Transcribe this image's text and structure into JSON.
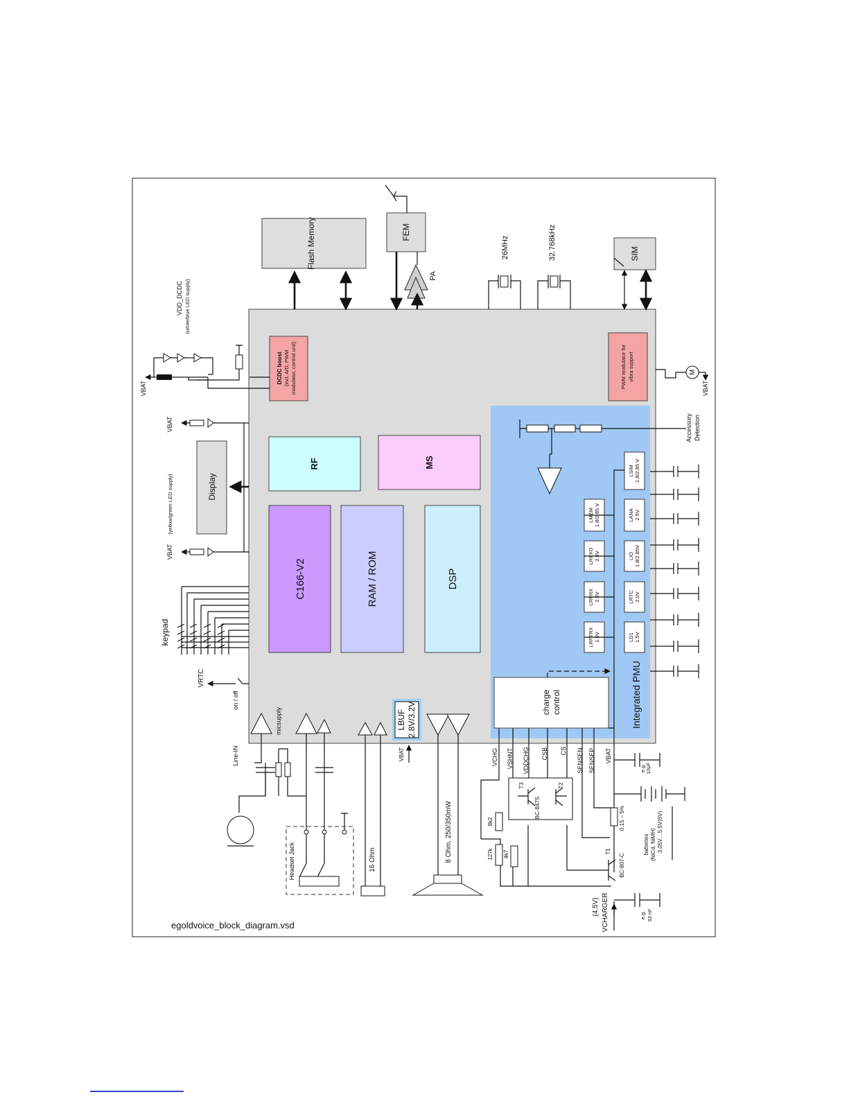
{
  "file_name": "egoldvoice_block_diagram.vsd",
  "colors": {
    "chip": "#dcdcdc",
    "pmu": "#a0c8f5",
    "rf": "#ccffff",
    "ms": "#fbcdfb",
    "c166": "#cc99ff",
    "ram": "#ccccff",
    "dsp": "#cdeefb",
    "pink": "#f4a4a4",
    "gray": "#dedede",
    "lbuf": "#9fd0f5"
  },
  "blocks": {
    "flash": "Flash Memory",
    "fem": "FEM",
    "pa": "PA",
    "sim": "SIM",
    "xtal_26": "26MHz",
    "xtal_32": "32.768kHz",
    "rf": "RF",
    "ms": "MS",
    "c166": "C166-V2",
    "ram_rom": "RAM / ROM",
    "dsp": "DSP",
    "display": "Display",
    "dcdc_title": "DCDC boost",
    "dcdc_sub1": "(incl. A/D, PWM",
    "dcdc_sub2": "modulator, control unit)",
    "pwm_1": "PWM modulator for",
    "pwm_2": "vibra support",
    "charge_1": "charge",
    "charge_2": "control",
    "pmu": "Integrated PMU",
    "lbuf_1": "LBUF",
    "lbuf_2": "2.8V/3.2V",
    "motor": "M",
    "bc847": "BC-847S",
    "t3": "T3",
    "t2": "T2",
    "t1": "T1",
    "bc807": "BC-807-C"
  },
  "regulators": [
    {
      "name": "LRFTRX",
      "voltage": "1.5V"
    },
    {
      "name": "LRFRX",
      "voltage": "2.5V"
    },
    {
      "name": "LRFXO",
      "voltage": "2.5V"
    },
    {
      "name": "LMEM",
      "voltage": "1.8/2.85 V"
    },
    {
      "name": "LD1",
      "voltage": "1.5V"
    },
    {
      "name": "LRTC",
      "voltage": "2.0V"
    },
    {
      "name": "LIO",
      "voltage": "1.8/2.85V"
    },
    {
      "name": "LANA",
      "voltage": "2.5V"
    },
    {
      "name": "LSIM",
      "voltage": "1.8/2.85 V"
    }
  ],
  "labels": {
    "vdd_dcdc": "VDD_DCDC",
    "vdd_dcdc_note": "(white/blue LED supply)",
    "vbat": "VBAT",
    "yellow_note": "(yellow/green LED supply)",
    "keypad": "keypad",
    "vrtc": "VRTC",
    "on_off": "on / off",
    "line_in": "Line-IN",
    "micsupply": "micsupply",
    "ohm16": "16 Ohm",
    "speaker": "8 Ohm, 250/350mW",
    "headset_jack": "Headset Jack",
    "accessory_1": "Accessory",
    "accessory_2": "Detection",
    "vchg": "VCHG",
    "vshnt": "VSHNT",
    "vddchg": "VDDCHG",
    "csb": "CSB",
    "cs": "CS",
    "sensen": "SENSEN",
    "sensep": "SENSEP",
    "vbat_pin": "VBAT",
    "cap10_1": "e.g.",
    "cap10_2": "10µF",
    "cap33_1": "e.g.",
    "cap33_2": "33 nF",
    "res_8k2": "8k2",
    "res_127k": "127k",
    "res_4k7": "4k7",
    "shunt": "0.15 – 5%",
    "batt_1": "batteries",
    "batt_2": "(NiCd, NiMH)",
    "batt_3": "3.05V…5.5V(6V)",
    "charger_1": "(4.5V)",
    "charger_2": "VCHARGER"
  }
}
